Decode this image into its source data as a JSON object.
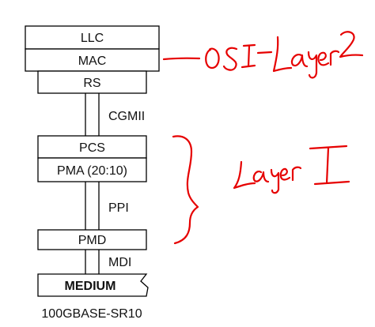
{
  "stack": {
    "llc": "LLC",
    "mac": "MAC",
    "rs": "RS",
    "cgmii": "CGMII",
    "pcs": "PCS",
    "pma": "PMA (20:10)",
    "ppi": "PPI",
    "pmd": "PMD",
    "mdi": "MDI",
    "medium": "MEDIUM",
    "caption": "100GBASE-SR10"
  },
  "annotations": {
    "upper_note": "OSI-Layer 2",
    "lower_note": "Layer 1",
    "ink_color": "#e60000"
  }
}
